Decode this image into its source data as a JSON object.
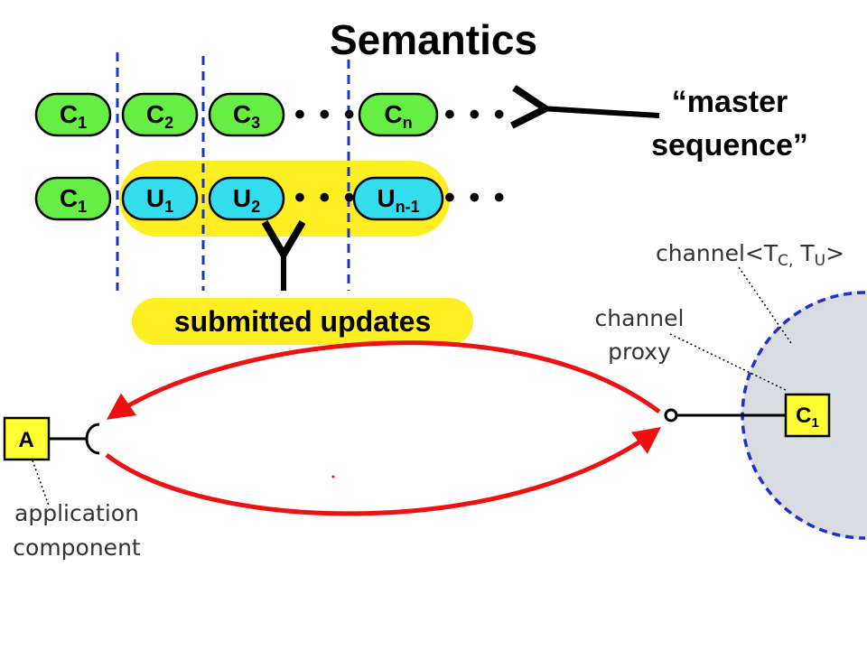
{
  "title": "Semantics",
  "rows": {
    "top": {
      "nodes": [
        {
          "base": "C",
          "sub": "1"
        },
        {
          "base": "C",
          "sub": "2"
        },
        {
          "base": "C",
          "sub": "3"
        },
        {
          "base": "C",
          "sub": "n"
        }
      ]
    },
    "bottom": {
      "nodes": [
        {
          "base": "C",
          "sub": "1"
        },
        {
          "base": "U",
          "sub": "1"
        },
        {
          "base": "U",
          "sub": "2"
        },
        {
          "base": "U",
          "sub": "n-1"
        }
      ]
    },
    "ellipsis": "• • •"
  },
  "labels": {
    "master_line1": "“master",
    "master_line2": "sequence”",
    "submitted_updates": "submitted updates",
    "channel_prefix": "channel<T",
    "channel_sub_c": "C,",
    "channel_mid": " T",
    "channel_sub_u": "U",
    "channel_suffix": ">",
    "proxy_line1": "channel",
    "proxy_line2": "proxy",
    "app_line1": "application",
    "app_line2": "component",
    "app_box": "A",
    "proxy_box_base": "C",
    "proxy_box_sub": "1"
  },
  "colors": {
    "green_node": "#66ee44",
    "cyan_node": "#33ddee",
    "highlight": "#ffee22",
    "divider": "#1a33cc",
    "red_arrow": "#ee1111",
    "channel_fill": "#d9dde2",
    "box_fill": "#ffff33"
  }
}
